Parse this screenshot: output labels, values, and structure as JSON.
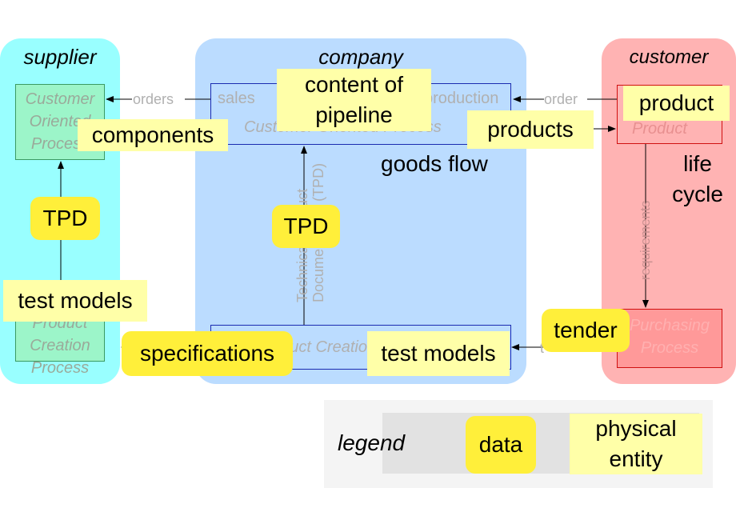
{
  "lanes": {
    "supplier": {
      "title": "supplier",
      "color": "#99ffff"
    },
    "company": {
      "title": "company",
      "color": "#bbdcff"
    },
    "customer": {
      "title": "customer",
      "color": "#ffb3b3"
    }
  },
  "processes": {
    "supplier_top": "Customer Oriented Process",
    "supplier_bottom": "Product Creation Process",
    "company_top_sales": "sales",
    "company_top_production": "production",
    "company_top_title": "Customer Oriented Process",
    "company_bottom": "Product Creation Process",
    "customer_top": "Product",
    "customer_bottom": "Purchasing Process"
  },
  "arrow_labels": {
    "orders": "orders",
    "order": "order",
    "tpd_vertical": "Technical Product Documentation (TPD)",
    "requirements": "requirements",
    "tender_small": "t"
  },
  "notes": {
    "content_of_pipeline": "content of pipeline",
    "components": "components",
    "products": "products",
    "product": "product",
    "goods_flow": "goods flow",
    "life_cycle": "life cycle",
    "tpd_supplier": "TPD",
    "tpd_company": "TPD",
    "test_models_left": "test models",
    "specifications": "specifications",
    "test_models_right": "test models",
    "tender": "tender"
  },
  "legend": {
    "title": "legend",
    "data": "data",
    "physical_entity": "physical entity"
  }
}
